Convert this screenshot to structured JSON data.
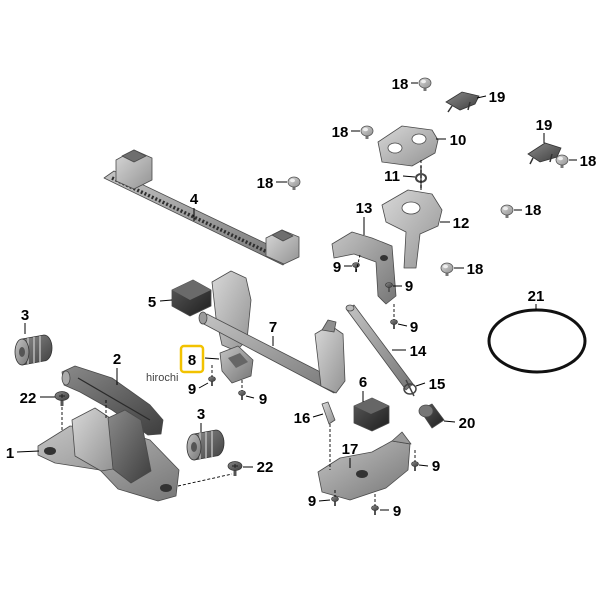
{
  "diagram": {
    "callouts": [
      "18",
      "19",
      "18",
      "10",
      "19",
      "18",
      "4",
      "18",
      "11",
      "13",
      "12",
      "18",
      "9",
      "18",
      "9",
      "5",
      "21",
      "3",
      "7",
      "9",
      "2",
      "14",
      "9",
      "6",
      "15",
      "9",
      "22",
      "3",
      "16",
      "20",
      "1",
      "17",
      "9",
      "22",
      "9",
      "9"
    ],
    "highlighted_callout": "8",
    "watermark": "hirochi"
  },
  "colors": {
    "highlight": "#f2c200",
    "label": "#000000",
    "part": "#8a8a8a",
    "part_dark": "#3a3a3a"
  }
}
